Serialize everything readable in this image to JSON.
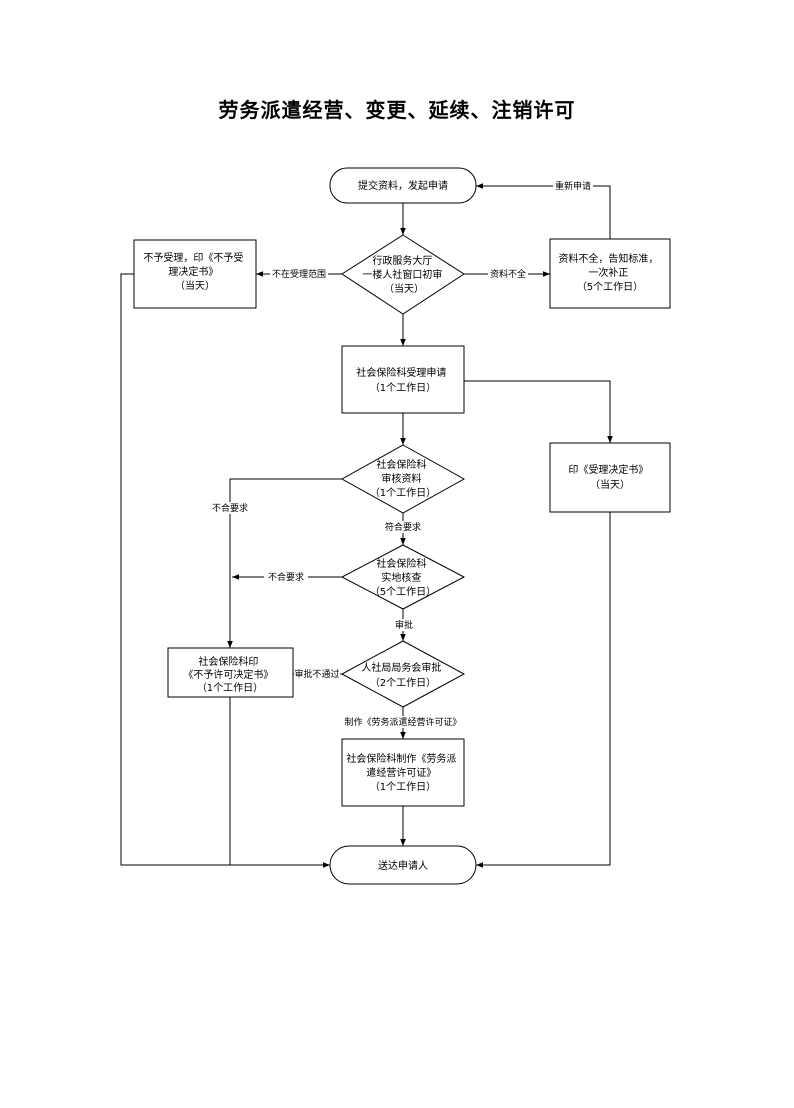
{
  "title": "劳务派遣经营、变更、延续、注销许可",
  "nodes": {
    "submit": [
      "提交资料，发起申请"
    ],
    "initial_review": [
      "行政服务大厅",
      "一楼人社窗口初审",
      "（当天）"
    ],
    "reject": [
      "不予受理，印《不予受",
      "理决定书》",
      "（当天）"
    ],
    "incomplete": [
      "资料不全，告知标准，",
      "一次补正",
      "（5个工作日）"
    ],
    "accept": [
      "社会保险科受理申请",
      "（1个工作日）"
    ],
    "accept_notice": [
      "印《受理决定书》",
      "（当天）"
    ],
    "review_docs": [
      "社会保险科",
      "审核资料",
      "（1个工作日）"
    ],
    "site_check": [
      "社会保险科",
      "实地核查",
      "（5个工作日）"
    ],
    "bureau_review": [
      "人社局局务会审批",
      "（2个工作日）"
    ],
    "no_permit": [
      "社会保险科印",
      "《不予许可决定书》",
      "（1个工作日）"
    ],
    "make_license": [
      "社会保险科制作《劳务派",
      "遣经营许可证》",
      "（1个工作日）"
    ],
    "deliver": [
      "送达申请人"
    ]
  },
  "edge_labels": {
    "resubmit": "重新申请",
    "out_of_scope": "不在受理范围",
    "incomplete_docs": "资料不全",
    "not_meet_1": "不合要求",
    "meets": "符合要求",
    "not_meet_2": "不合要求",
    "approve": "审批",
    "not_approved": "审批不通过",
    "make": "制作《劳务派遣经营许可证》"
  }
}
